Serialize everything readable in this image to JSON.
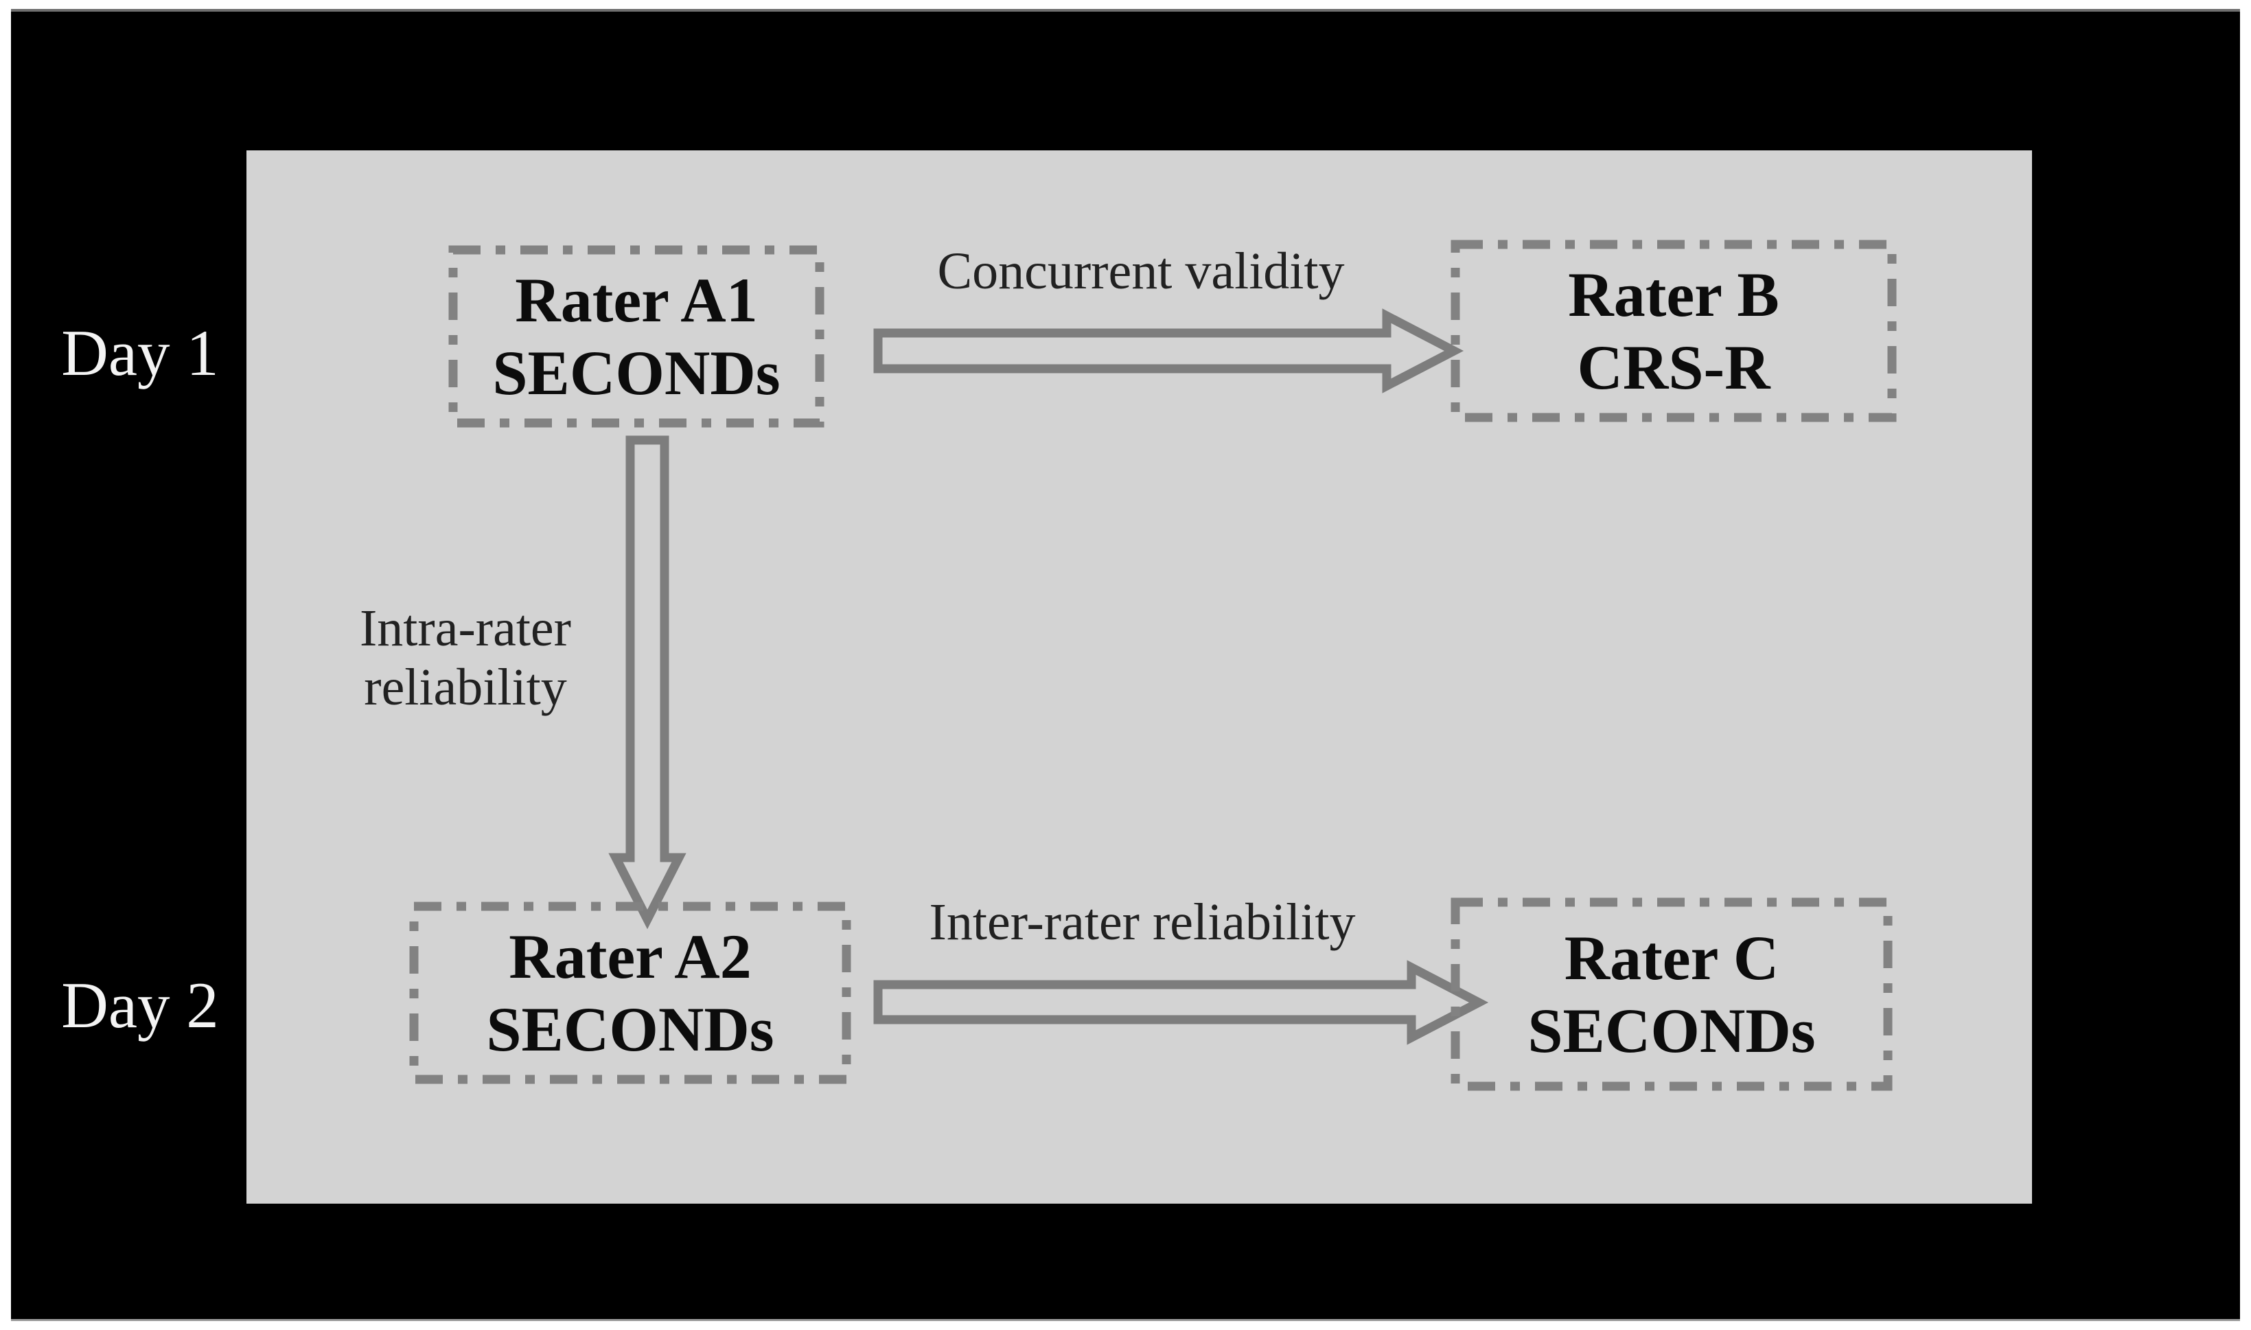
{
  "figure": {
    "type": "study-design-diagram",
    "row_labels": [
      {
        "label": "Day 1"
      },
      {
        "label": "Day 2"
      }
    ],
    "boxes": [
      {
        "id": "rater-a1",
        "line1": "Rater A1",
        "line2": "SECONDs",
        "row": "Day 1"
      },
      {
        "id": "rater-b",
        "line1": "Rater B",
        "line2": "CRS-R",
        "row": "Day 1"
      },
      {
        "id": "rater-a2",
        "line1": "Rater A2",
        "line2": "SECONDs",
        "row": "Day 2"
      },
      {
        "id": "rater-c",
        "line1": "Rater C",
        "line2": "SECONDs",
        "row": "Day 2"
      }
    ],
    "arrows": [
      {
        "label": "Concurrent validity",
        "from": "Rater A1 SECONDs",
        "to": "Rater B CRS-R",
        "direction": "right"
      },
      {
        "label_line1": "Intra-rater",
        "label_line2": "reliability",
        "from": "Rater A1 SECONDs",
        "to": "Rater A2 SECONDs",
        "direction": "down"
      },
      {
        "label": "Inter-rater reliability",
        "from": "Rater A2 SECONDs",
        "to": "Rater C SECONDs",
        "direction": "right"
      }
    ],
    "colors": {
      "outer_background": "#ffffff",
      "field_background": "#000000",
      "panel_background": "#d3d3d3",
      "dash_border_gray": "#828282",
      "arrow_gray": "#7d7d7d",
      "box_text": "#0c0c0c",
      "arrow_label_text": "#212121",
      "day_label_text": "#f4f4f4"
    }
  }
}
